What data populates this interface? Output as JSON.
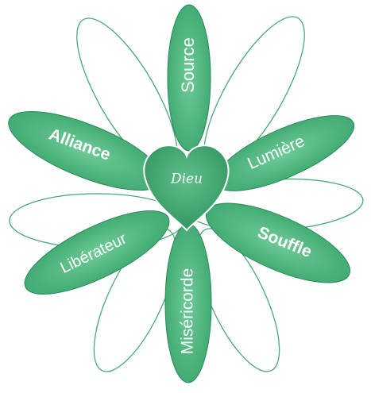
{
  "diagram": {
    "center": {
      "label": "Dieu"
    },
    "petals": [
      {
        "id": "source",
        "label": "Source",
        "weight": "normal"
      },
      {
        "id": "lumiere",
        "label": "Lumière",
        "weight": "normal"
      },
      {
        "id": "souffle",
        "label": "Souffle",
        "weight": "bold"
      },
      {
        "id": "misericorde",
        "label": "Miséricorde",
        "weight": "normal"
      },
      {
        "id": "liberateur",
        "label": "Libérateur",
        "weight": "normal"
      },
      {
        "id": "alliance",
        "label": "Alliance",
        "weight": "bold"
      }
    ]
  },
  "colors": {
    "petal_fill": "#3dab72",
    "petal_fill_light": "#5cc08b",
    "petal_stroke": "#2a8a58",
    "outline_petal_stroke": "#4aa874",
    "heart_fill": "#3a9f6a",
    "heart_stroke": "#ffffff",
    "text": "#ffffff"
  }
}
